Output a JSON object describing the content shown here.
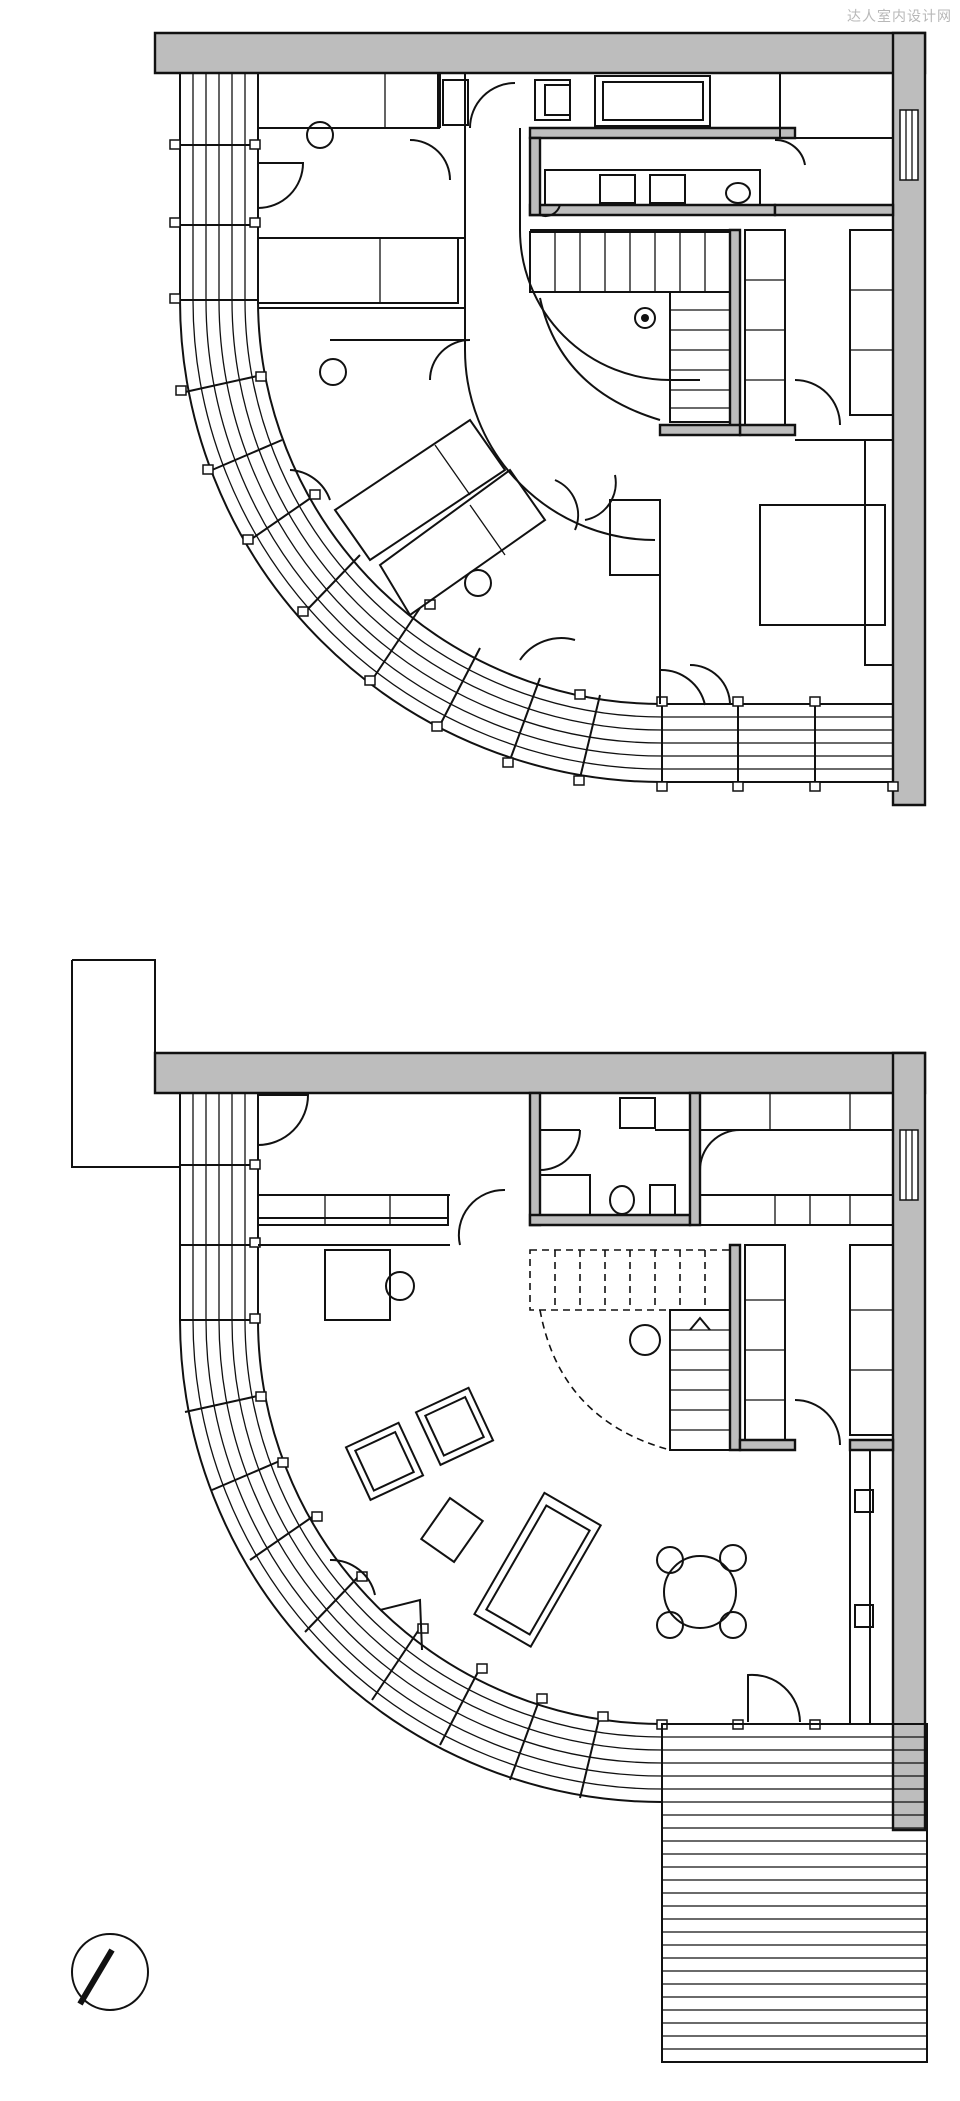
{
  "watermark": {
    "text": "达人室内设计网"
  },
  "colors": {
    "wall_fill": "#bdbdbd",
    "line": "#111111",
    "background": "#ffffff"
  },
  "plans": [
    {
      "id": "upper-floor-plan"
    },
    {
      "id": "ground-floor-plan"
    }
  ],
  "north_arrow": {
    "icon": "north-arrow-icon"
  }
}
